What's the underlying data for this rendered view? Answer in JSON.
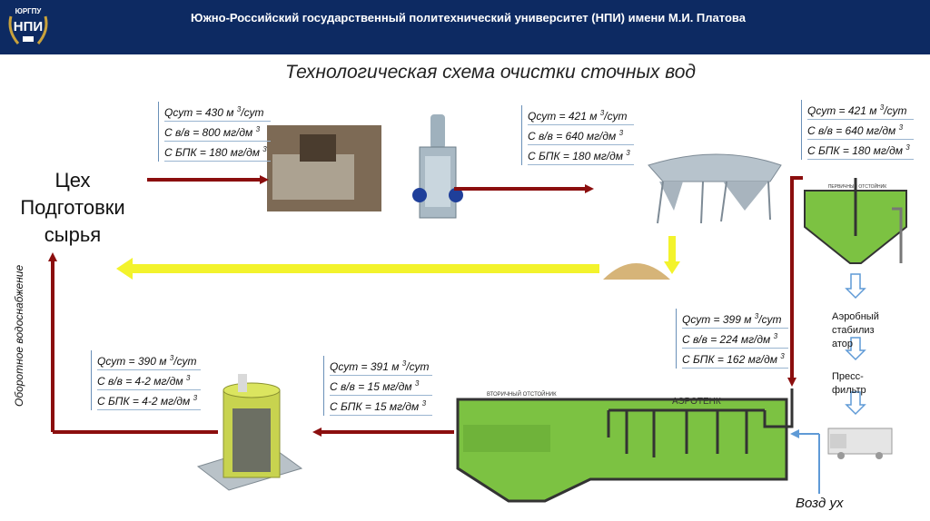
{
  "header": {
    "university": "Южно-Российский государственный политехнический университет (НПИ) имени М.И. Платова",
    "logo_text_top": "ЮРГПУ",
    "logo_text_main": "НПИ"
  },
  "title": "Технологическая схема очистки сточных вод",
  "workshop": {
    "line1": "Цех",
    "line2": "Подготовки",
    "line3": "сырья"
  },
  "vertical_label": "Оборотное водоснабжение",
  "params": {
    "p1": {
      "q": "Qсут = 430 м ",
      "q_unit": "/сут",
      "exp": "3",
      "c": "С в/в = 800 мг/дм ",
      "bpk": "С БПК = 180 мг/дм "
    },
    "p2": {
      "q": "Qсут = 421 м ",
      "q_unit": "/сут",
      "exp": "3",
      "c": "С в/в = 640 мг/дм ",
      "bpk": "С БПК = 180 мг/дм "
    },
    "p3": {
      "q": "Qсут = 421 м ",
      "q_unit": "/сут",
      "exp": "3",
      "c": "С в/в = 640 мг/дм ",
      "bpk": "С БПК = 180 мг/дм "
    },
    "p4": {
      "q": "Qсут = 399 м ",
      "q_unit": "/сут",
      "exp": "3",
      "c": "С в/в = 224 мг/дм ",
      "bpk": "С БПК = 162 мг/дм "
    },
    "p5": {
      "q": "Qсут = 391 м ",
      "q_unit": "/сут",
      "exp": "3",
      "c": "С в/в = 15 мг/дм ",
      "bpk": "С БПК = 15 мг/дм "
    },
    "p6": {
      "q": "Qсут = 390 м ",
      "q_unit": "/сут",
      "exp": "3",
      "c": "С в/в = 4-2 мг/дм ",
      "bpk": "С БПК = 4-2 мг/дм "
    }
  },
  "labels": {
    "aerobic": "Аэробный стабилиз атор",
    "press": "Пресс- фильтр",
    "air": "Возд ух",
    "primary_settler": "ПЕРВИЧНЫЙ ОТСТОЙНИК",
    "secondary_settler": "ВТОРИЧНЫЙ ОТСТОЙНИК",
    "aerotank": "АЭРОТЕНК"
  },
  "colors": {
    "header": "#0d2a62",
    "arrow": "#8b0e0e",
    "sludge_arrow": "#f3f32c",
    "tank_green": "#7cc242",
    "blue_arrow": "#5f9ad6"
  }
}
